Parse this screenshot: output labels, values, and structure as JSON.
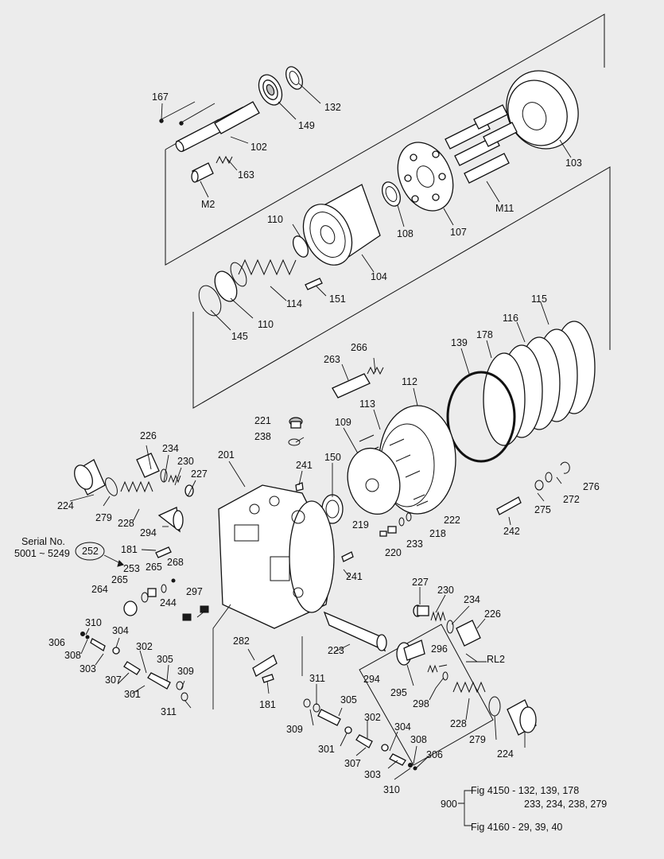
{
  "part_labels": [
    {
      "id": "p167",
      "text": "167"
    },
    {
      "id": "p132",
      "text": "132"
    },
    {
      "id": "p149",
      "text": "149"
    },
    {
      "id": "p102",
      "text": "102"
    },
    {
      "id": "p163",
      "text": "163"
    },
    {
      "id": "pM2",
      "text": "M2"
    },
    {
      "id": "p103",
      "text": "103"
    },
    {
      "id": "pM11",
      "text": "M11"
    },
    {
      "id": "p107",
      "text": "107"
    },
    {
      "id": "p108",
      "text": "108"
    },
    {
      "id": "p110a",
      "text": "110"
    },
    {
      "id": "p104",
      "text": "104"
    },
    {
      "id": "p151",
      "text": "151"
    },
    {
      "id": "p114",
      "text": "114"
    },
    {
      "id": "p110b",
      "text": "110"
    },
    {
      "id": "p145",
      "text": "145"
    },
    {
      "id": "p115",
      "text": "115"
    },
    {
      "id": "p116",
      "text": "116"
    },
    {
      "id": "p178",
      "text": "178"
    },
    {
      "id": "p139",
      "text": "139"
    },
    {
      "id": "p266",
      "text": "266"
    },
    {
      "id": "p263",
      "text": "263"
    },
    {
      "id": "p112",
      "text": "112"
    },
    {
      "id": "p113",
      "text": "113"
    },
    {
      "id": "p109",
      "text": "109"
    },
    {
      "id": "p221",
      "text": "221"
    },
    {
      "id": "p238",
      "text": "238"
    },
    {
      "id": "p201",
      "text": "201"
    },
    {
      "id": "p241a",
      "text": "241"
    },
    {
      "id": "p150",
      "text": "150"
    },
    {
      "id": "p226a",
      "text": "226"
    },
    {
      "id": "p234a",
      "text": "234"
    },
    {
      "id": "p230a",
      "text": "230"
    },
    {
      "id": "p227a",
      "text": "227"
    },
    {
      "id": "p224a",
      "text": "224"
    },
    {
      "id": "p279a",
      "text": "279"
    },
    {
      "id": "p228a",
      "text": "228"
    },
    {
      "id": "p294a",
      "text": "294"
    },
    {
      "id": "p276",
      "text": "276"
    },
    {
      "id": "p272",
      "text": "272"
    },
    {
      "id": "p275",
      "text": "275"
    },
    {
      "id": "p242",
      "text": "242"
    },
    {
      "id": "p222",
      "text": "222"
    },
    {
      "id": "p219",
      "text": "219"
    },
    {
      "id": "p218",
      "text": "218"
    },
    {
      "id": "p233",
      "text": "233"
    },
    {
      "id": "p220",
      "text": "220"
    },
    {
      "id": "p181a",
      "text": "181"
    },
    {
      "id": "p252",
      "text": "252"
    },
    {
      "id": "p253",
      "text": "253"
    },
    {
      "id": "p265a",
      "text": "265"
    },
    {
      "id": "p268",
      "text": "268"
    },
    {
      "id": "p265b",
      "text": "265"
    },
    {
      "id": "p264",
      "text": "264"
    },
    {
      "id": "p244",
      "text": "244"
    },
    {
      "id": "p297",
      "text": "297"
    },
    {
      "id": "p241b",
      "text": "241"
    },
    {
      "id": "p227b",
      "text": "227"
    },
    {
      "id": "p230b",
      "text": "230"
    },
    {
      "id": "p234b",
      "text": "234"
    },
    {
      "id": "p226b",
      "text": "226"
    },
    {
      "id": "p310a",
      "text": "310"
    },
    {
      "id": "p306a",
      "text": "306"
    },
    {
      "id": "p308a",
      "text": "308"
    },
    {
      "id": "p304a",
      "text": "304"
    },
    {
      "id": "p303a",
      "text": "303"
    },
    {
      "id": "p302a",
      "text": "302"
    },
    {
      "id": "p307a",
      "text": "307"
    },
    {
      "id": "p305a",
      "text": "305"
    },
    {
      "id": "p301a",
      "text": "301"
    },
    {
      "id": "p309a",
      "text": "309"
    },
    {
      "id": "p311a",
      "text": "311"
    },
    {
      "id": "p282",
      "text": "282"
    },
    {
      "id": "p223",
      "text": "223"
    },
    {
      "id": "p181b",
      "text": "181"
    },
    {
      "id": "p296",
      "text": "296"
    },
    {
      "id": "pRL2",
      "text": "RL2"
    },
    {
      "id": "p294b",
      "text": "294"
    },
    {
      "id": "p295",
      "text": "295"
    },
    {
      "id": "p298",
      "text": "298"
    },
    {
      "id": "p311b",
      "text": "311"
    },
    {
      "id": "p305b",
      "text": "305"
    },
    {
      "id": "p309b",
      "text": "309"
    },
    {
      "id": "p301b",
      "text": "301"
    },
    {
      "id": "p302b",
      "text": "302"
    },
    {
      "id": "p304b",
      "text": "304"
    },
    {
      "id": "p307b",
      "text": "307"
    },
    {
      "id": "p303b",
      "text": "303"
    },
    {
      "id": "p308b",
      "text": "308"
    },
    {
      "id": "p306b",
      "text": "306"
    },
    {
      "id": "p310b",
      "text": "310"
    },
    {
      "id": "p228b",
      "text": "228"
    },
    {
      "id": "p279b",
      "text": "279"
    },
    {
      "id": "p224b",
      "text": "224"
    }
  ],
  "serial_note": {
    "line1": "Serial No.",
    "line2": "5001 ~ 5249"
  },
  "kit_reference": {
    "number": "900",
    "fig4150_line1": "Fig 4150 - 132, 139, 178",
    "fig4150_line2": "233, 234, 238, 279",
    "fig4160_line": "Fig 4160 - 29, 39, 40"
  },
  "colors": {
    "background": "#ececec",
    "line": "#111111",
    "part_fill": "#ffffff"
  }
}
